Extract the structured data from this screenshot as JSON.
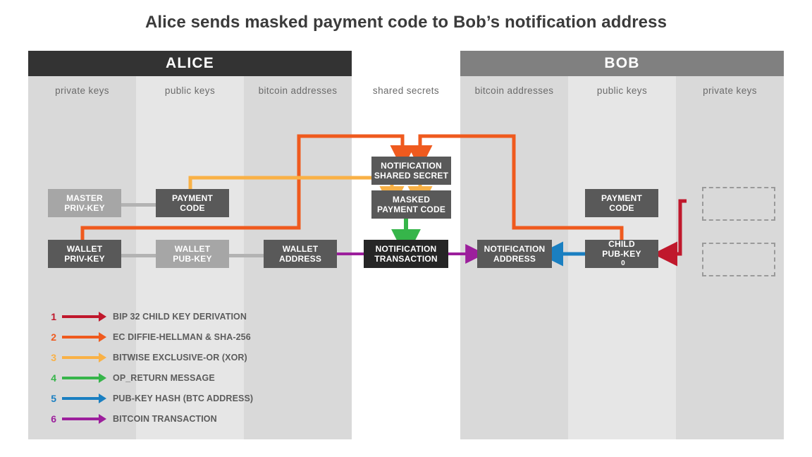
{
  "title": "Alice sends masked payment code to Bob’s notification address",
  "parties": [
    {
      "name": "ALICE",
      "color": "#333333"
    },
    {
      "name": "BOB",
      "color": "#808080"
    }
  ],
  "columns": [
    {
      "key": "alice-private-keys",
      "label": "private keys",
      "bg": "#d9d9d9"
    },
    {
      "key": "alice-public-keys",
      "label": "public keys",
      "bg": "#e6e6e6"
    },
    {
      "key": "alice-bitcoin-addresses",
      "label": "bitcoin addresses",
      "bg": "#d9d9d9"
    },
    {
      "key": "shared-secrets",
      "label": "shared secrets",
      "bg": "#ffffff"
    },
    {
      "key": "bob-bitcoin-addresses",
      "label": "bitcoin addresses",
      "bg": "#d9d9d9"
    },
    {
      "key": "bob-public-keys",
      "label": "public keys",
      "bg": "#e6e6e6"
    },
    {
      "key": "bob-private-keys",
      "label": "private keys",
      "bg": "#d9d9d9"
    }
  ],
  "nodes": [
    {
      "key": "alice-master-priv-key",
      "line1": "MASTER",
      "line2": "PRIV-KEY",
      "sub": "",
      "fill": "#a6a6a6"
    },
    {
      "key": "alice-payment-code",
      "line1": "PAYMENT",
      "line2": "CODE",
      "sub": "",
      "fill": "#595959"
    },
    {
      "key": "notification-shared-secret",
      "line1": "NOTIFICATION",
      "line2": "SHARED SECRET",
      "sub": "",
      "fill": "#595959"
    },
    {
      "key": "masked-payment-code",
      "line1": "MASKED",
      "line2": "PAYMENT CODE",
      "sub": "",
      "fill": "#595959"
    },
    {
      "key": "bob-payment-code",
      "line1": "PAYMENT",
      "line2": "CODE",
      "sub": "",
      "fill": "#595959"
    },
    {
      "key": "alice-wallet-priv-key",
      "line1": "WALLET",
      "line2": "PRIV-KEY",
      "sub": "",
      "fill": "#595959"
    },
    {
      "key": "alice-wallet-pub-key",
      "line1": "WALLET",
      "line2": "PUB-KEY",
      "sub": "",
      "fill": "#a6a6a6"
    },
    {
      "key": "alice-wallet-address",
      "line1": "WALLET",
      "line2": "ADDRESS",
      "sub": "",
      "fill": "#595959"
    },
    {
      "key": "notification-transaction",
      "line1": "NOTIFICATION",
      "line2": "TRANSACTION",
      "sub": "",
      "fill": "#262626"
    },
    {
      "key": "bob-notification-address",
      "line1": "NOTIFICATION",
      "line2": "ADDRESS",
      "sub": "",
      "fill": "#595959"
    },
    {
      "key": "bob-child-pub-key-0",
      "line1": "CHILD",
      "line2": "PUB-KEY",
      "sub": "0",
      "fill": "#595959"
    }
  ],
  "legend": {
    "items": [
      {
        "num": "1",
        "color": "#c0182c",
        "label": "BIP 32 CHILD KEY DERIVATION"
      },
      {
        "num": "2",
        "color": "#ef5a1e",
        "label": "EC DIFFIE-HELLMAN & SHA-256"
      },
      {
        "num": "3",
        "color": "#f9b146",
        "label": "BITWISE EXCLUSIVE-OR (XOR)"
      },
      {
        "num": "4",
        "color": "#36b54a",
        "label": "OP_RETURN MESSAGE"
      },
      {
        "num": "5",
        "color": "#1a7fc1",
        "label": "PUB-KEY HASH (BTC ADDRESS)"
      },
      {
        "num": "6",
        "color": "#9c1f9c",
        "label": "BITCOIN TRANSACTION"
      }
    ]
  },
  "palette": {
    "red": "#c0182c",
    "orange": "#ef5a1e",
    "yellow": "#f9b146",
    "green": "#36b54a",
    "blue": "#1a7fc1",
    "purple": "#9c1f9c",
    "gray_link": "#b3b3b3"
  }
}
